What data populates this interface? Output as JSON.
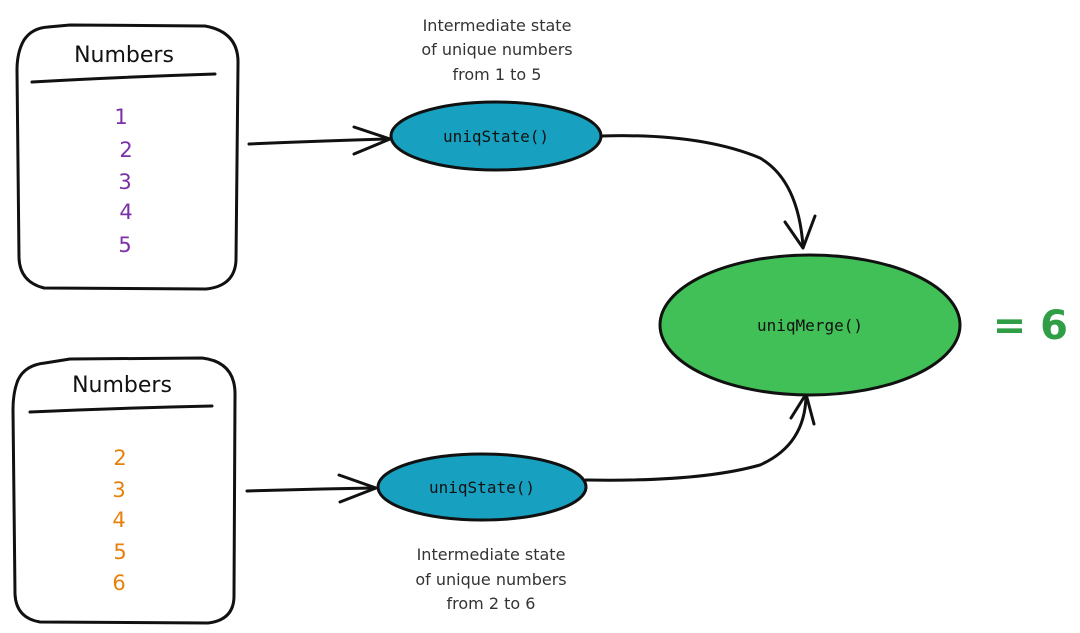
{
  "top_table": {
    "header": "Numbers",
    "values": [
      "1",
      "2",
      "3",
      "4",
      "5"
    ],
    "value_color": "#7b2fa8"
  },
  "bottom_table": {
    "header": "Numbers",
    "values": [
      "2",
      "3",
      "4",
      "5",
      "6"
    ],
    "value_color": "#e8800c"
  },
  "top_state": {
    "label": "uniqState()",
    "fill": "#18a0c0",
    "caption": [
      "Intermediate state",
      "of unique numbers",
      "from 1 to 5"
    ]
  },
  "bottom_state": {
    "label": "uniqState()",
    "fill": "#18a0c0",
    "caption": [
      "Intermediate state",
      "of unique numbers",
      "from 2 to 6"
    ]
  },
  "merge": {
    "label": "uniqMerge()",
    "fill": "#40c057"
  },
  "result": {
    "text": "= 6",
    "color": "#2f9e44"
  }
}
